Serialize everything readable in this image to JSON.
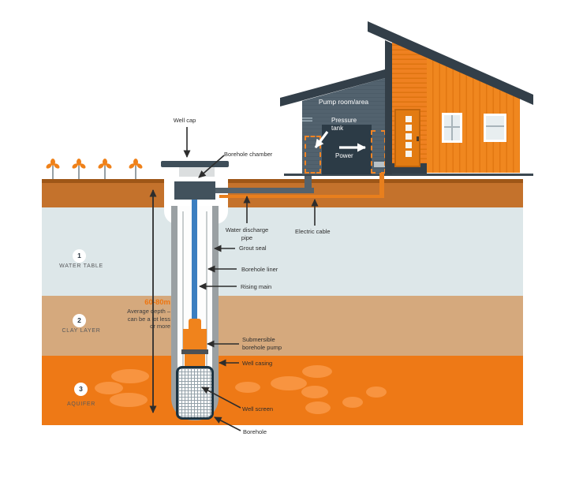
{
  "labels": {
    "well_cap": "Well cap",
    "borehole_chamber": "Borehole chamber",
    "water_discharge_pipe": "Water discharge\npipe",
    "electric_cable": "Electric cable",
    "grout_seal": "Grout seal",
    "borehole_liner": "Borehole liner",
    "rising_main": "Rising main",
    "submersible_pump": "Submersible\nborehole pump",
    "well_casing": "Well casing",
    "well_screen": "Well screen",
    "borehole": "Borehole"
  },
  "house": {
    "pump_room": "Pump room/area",
    "pressure_tank": "Pressure\ntank",
    "power": "Power"
  },
  "layers": [
    {
      "number": "1",
      "name": "WATER TABLE"
    },
    {
      "number": "2",
      "name": "CLAY LAYER"
    },
    {
      "number": "3",
      "name": "AQUIFER"
    }
  ],
  "depth": {
    "range": "60-80m",
    "note": "Average depth –\ncan be a lot less\nor more"
  },
  "colors": {
    "orange": "#ef8119",
    "dark_slate": "#333f49",
    "topsoil": "#c4722c",
    "water_table": "#dde7e9",
    "clay": "#d5a97d",
    "aquifer": "#ee7916",
    "pipe_blue": "#3b7ec0"
  }
}
